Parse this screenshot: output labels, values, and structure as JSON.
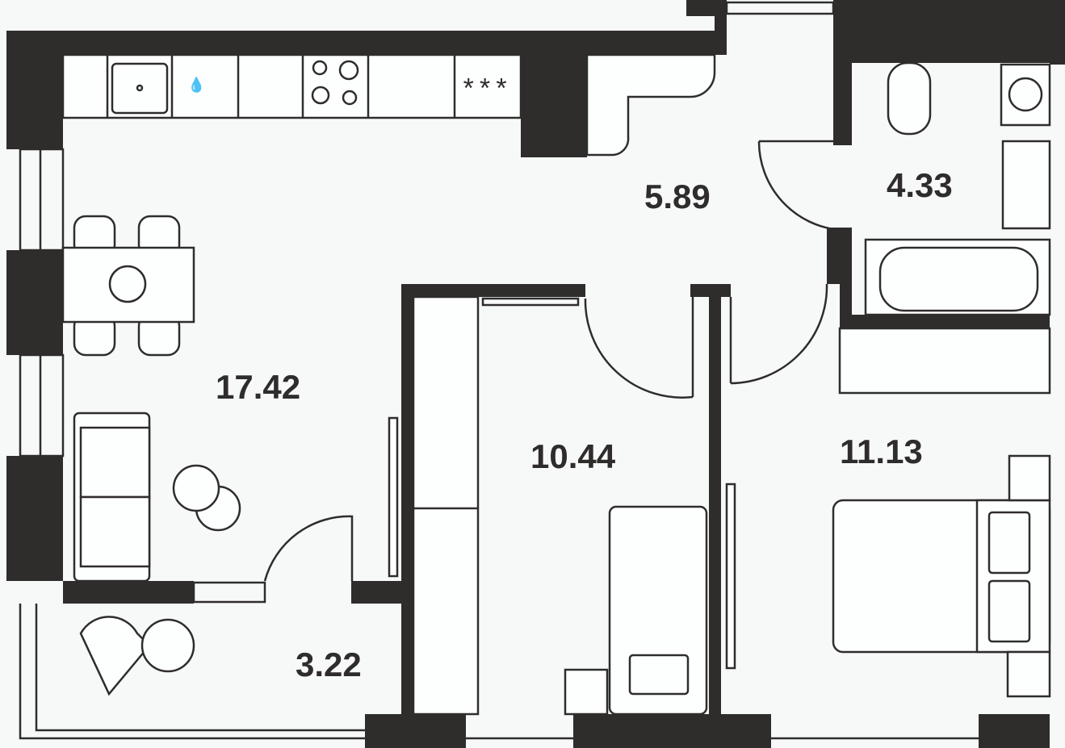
{
  "plan": {
    "rooms": [
      {
        "id": "living-kitchen",
        "area": "17.42"
      },
      {
        "id": "hallway",
        "area": "5.89"
      },
      {
        "id": "bathroom",
        "area": "4.33"
      },
      {
        "id": "bedroom-small",
        "area": "10.44"
      },
      {
        "id": "bedroom-master",
        "area": "11.13"
      },
      {
        "id": "balcony",
        "area": "3.22"
      }
    ],
    "kitchen_fridge_symbol": "***",
    "colors": {
      "wall": "#2e2d2c",
      "background": "#f7f9f8"
    }
  }
}
